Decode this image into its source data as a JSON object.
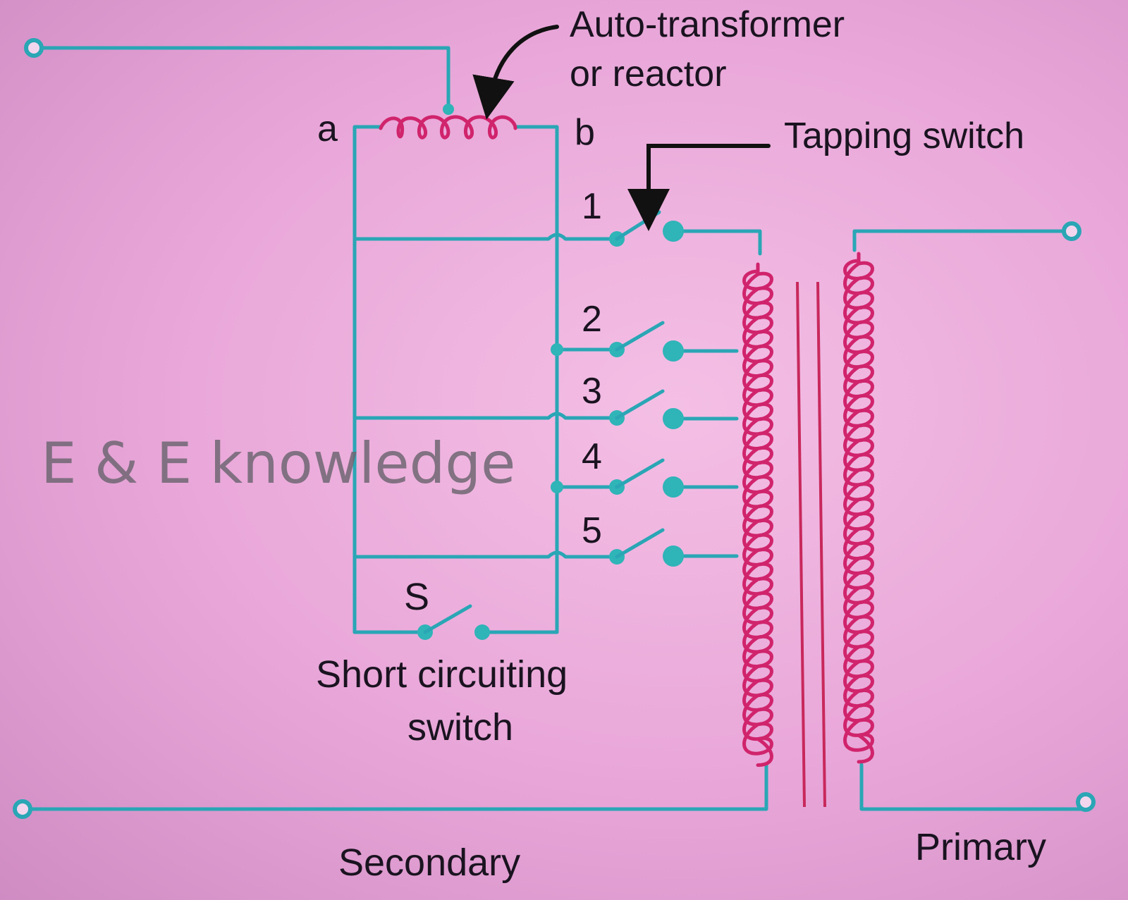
{
  "labels": {
    "reactor_line1": "Auto-transformer",
    "reactor_line2": "or reactor",
    "end_a": "a",
    "end_b": "b",
    "tapping_switch": "Tapping switch",
    "tap_1": "1",
    "tap_2": "2",
    "tap_3": "3",
    "tap_4": "4",
    "tap_5": "5",
    "switch_s": "S",
    "short_line1": "Short circuiting",
    "short_line2": "switch",
    "secondary": "Secondary",
    "primary": "Primary",
    "watermark": "E & E knowledge"
  },
  "colors": {
    "wire": "#2aa6b5",
    "coil": "#d0246c",
    "core": "#c8285c",
    "text": "#1a1320",
    "contact": "#2fb4b8"
  }
}
